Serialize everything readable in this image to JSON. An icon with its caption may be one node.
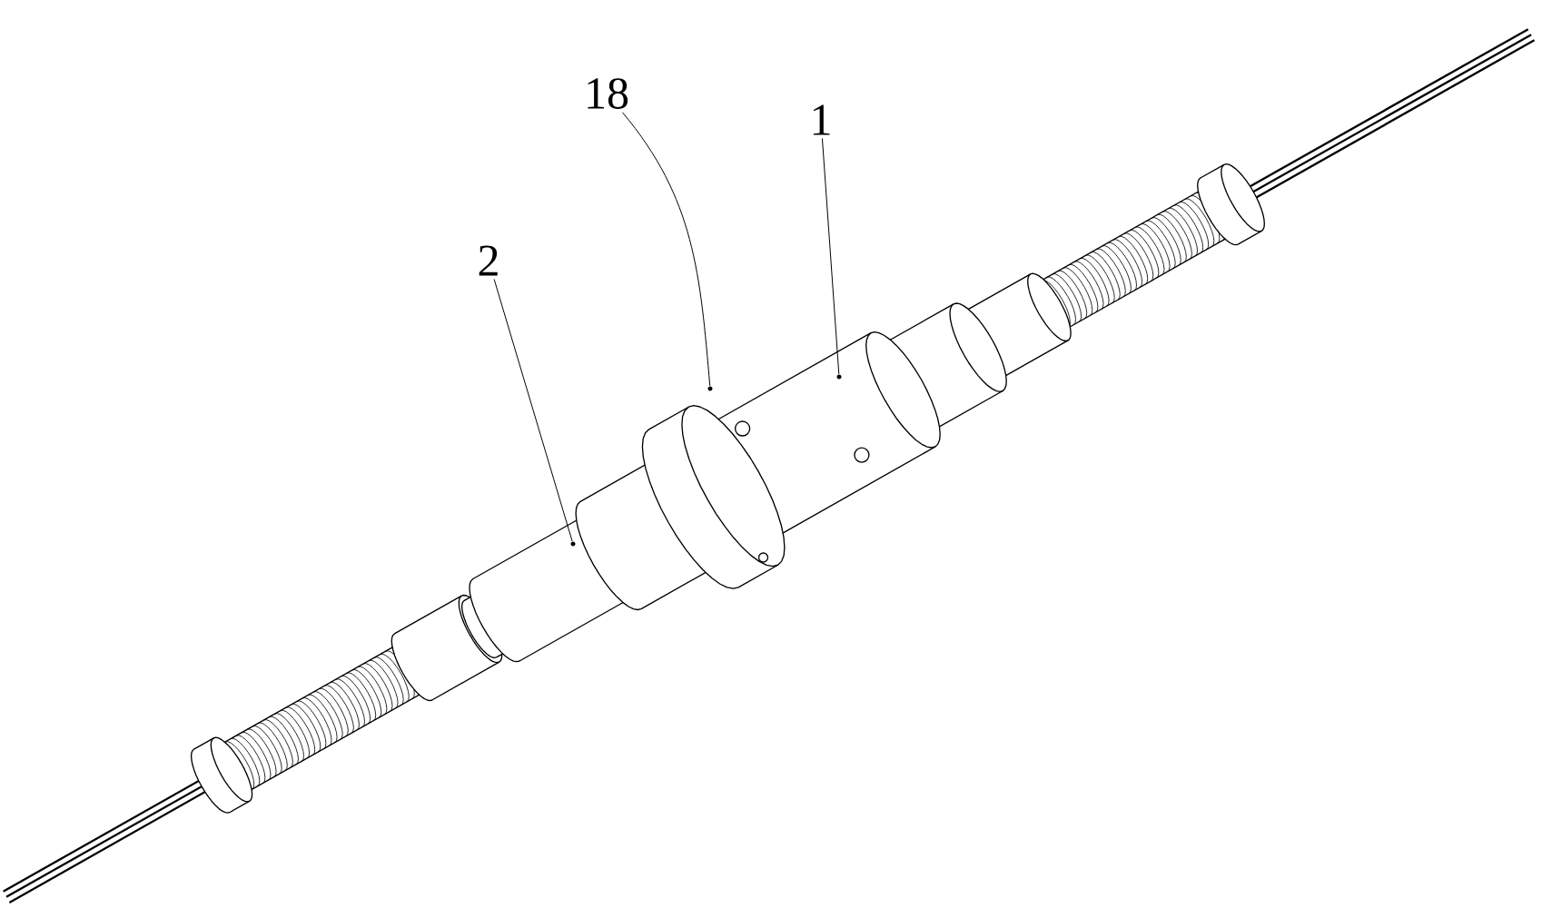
{
  "diagram": {
    "nodes": [
      {
        "text": [
          "18"
        ]
      },
      {
        "text": [
          "1"
        ]
      },
      {
        "text": [
          "2"
        ]
      },
      {
        "text": [],
        "shape": "picture"
      },
      {
        "text": [],
        "shape": "picture"
      },
      {
        "text": [],
        "shape": "picture"
      }
    ],
    "edges": [
      {
        "from": 0,
        "to": 4,
        "arrow": "none"
      },
      {
        "from": 1,
        "to": 5,
        "arrow": "none"
      },
      {
        "from": 2,
        "to": 3,
        "arrow": "none"
      }
    ]
  }
}
